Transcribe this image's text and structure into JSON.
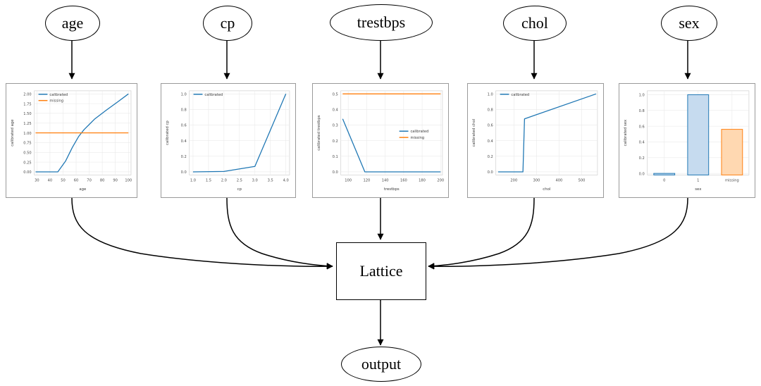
{
  "graph": {
    "input_nodes": [
      {
        "id": "age",
        "label": "age"
      },
      {
        "id": "cp",
        "label": "cp"
      },
      {
        "id": "trestbps",
        "label": "trestbps"
      },
      {
        "id": "chol",
        "label": "chol"
      },
      {
        "id": "sex",
        "label": "sex"
      }
    ],
    "lattice_label": "Lattice",
    "output_label": "output",
    "edge_color": "#000000"
  },
  "colors": {
    "calibrated": "#1f77b4",
    "missing": "#ff7f0e",
    "calibrated_fill": "#c6dbef",
    "missing_fill": "#ffd8b1",
    "grid": "#e9e9e9",
    "panel_border": "#9a9a9a",
    "axes_border": "#cfcfcf",
    "text": "#3a3a3a"
  },
  "chart_data": [
    {
      "id": "age",
      "type": "line",
      "title": "",
      "xlabel": "age",
      "ylabel": "calibrated age",
      "xlim": [
        28,
        102
      ],
      "ylim": [
        -0.08,
        2.08
      ],
      "xticks": [
        30,
        40,
        50,
        60,
        70,
        80,
        90,
        100
      ],
      "yticks": [
        0.0,
        0.25,
        0.5,
        0.75,
        1.0,
        1.25,
        1.5,
        1.75,
        2.0
      ],
      "ytick_labels": [
        "0.00",
        "0.25",
        "0.50",
        "0.75",
        "1.00",
        "1.25",
        "1.50",
        "1.75",
        "2.00"
      ],
      "grid": true,
      "legend_position": "upper-left",
      "legend": [
        "calibrated",
        "missing"
      ],
      "series": [
        {
          "name": "calibrated",
          "color": "#1f77b4",
          "x": [
            29,
            46,
            52,
            57,
            62,
            66,
            74,
            83,
            92,
            100
          ],
          "y": [
            0.0,
            0.0,
            0.28,
            0.62,
            0.91,
            1.08,
            1.35,
            1.58,
            1.8,
            2.0
          ]
        },
        {
          "name": "missing",
          "color": "#ff7f0e",
          "x": [
            29,
            100
          ],
          "y": [
            1.0,
            1.0
          ]
        }
      ]
    },
    {
      "id": "cp",
      "type": "line",
      "title": "",
      "xlabel": "cp",
      "ylabel": "calibrated cp",
      "xlim": [
        0.88,
        4.12
      ],
      "ylim": [
        -0.04,
        1.04
      ],
      "xticks": [
        1.0,
        1.5,
        2.0,
        2.5,
        3.0,
        3.5,
        4.0
      ],
      "xtick_labels": [
        "1.0",
        "1.5",
        "2.0",
        "2.5",
        "3.0",
        "3.5",
        "4.0"
      ],
      "yticks": [
        0.0,
        0.2,
        0.4,
        0.6,
        0.8,
        1.0
      ],
      "ytick_labels": [
        "0.0",
        "0.2",
        "0.4",
        "0.6",
        "0.8",
        "1.0"
      ],
      "grid": true,
      "legend_position": "upper-left",
      "legend": [
        "calibrated"
      ],
      "series": [
        {
          "name": "calibrated",
          "color": "#1f77b4",
          "x": [
            1.0,
            2.0,
            3.0,
            4.0
          ],
          "y": [
            0.0,
            0.005,
            0.07,
            1.0
          ]
        }
      ]
    },
    {
      "id": "trestbps",
      "type": "line",
      "title": "",
      "xlabel": "trestbps",
      "ylabel": "calibrated trestbps",
      "xlim": [
        92,
        202
      ],
      "ylim": [
        -0.02,
        0.52
      ],
      "xticks": [
        100,
        120,
        140,
        160,
        180,
        200
      ],
      "yticks": [
        0.0,
        0.1,
        0.2,
        0.3,
        0.4,
        0.5
      ],
      "ytick_labels": [
        "0.0",
        "0.1",
        "0.2",
        "0.3",
        "0.4",
        "0.5"
      ],
      "grid": true,
      "legend_position": "center-right",
      "legend": [
        "calibrated",
        "missing"
      ],
      "series": [
        {
          "name": "calibrated",
          "color": "#1f77b4",
          "x": [
            94,
            118,
            200
          ],
          "y": [
            0.34,
            0.0,
            0.0
          ]
        },
        {
          "name": "missing",
          "color": "#ff7f0e",
          "x": [
            94,
            200
          ],
          "y": [
            0.5,
            0.5
          ]
        }
      ]
    },
    {
      "id": "chol",
      "type": "line",
      "title": "",
      "xlabel": "chol",
      "ylabel": "calibrated chol",
      "xlim": [
        120,
        570
      ],
      "ylim": [
        -0.04,
        1.04
      ],
      "xticks": [
        200,
        300,
        400,
        500
      ],
      "yticks": [
        0.0,
        0.2,
        0.4,
        0.6,
        0.8,
        1.0
      ],
      "ytick_labels": [
        "0.0",
        "0.2",
        "0.4",
        "0.6",
        "0.8",
        "1.0"
      ],
      "grid": true,
      "legend_position": "upper-left",
      "legend": [
        "calibrated"
      ],
      "series": [
        {
          "name": "calibrated",
          "color": "#1f77b4",
          "x": [
            130,
            240,
            247,
            564
          ],
          "y": [
            0.0,
            0.0,
            0.68,
            1.0
          ]
        }
      ]
    },
    {
      "id": "sex",
      "type": "bar",
      "title": "",
      "xlabel": "sex",
      "ylabel": "calibrated sex",
      "categories": [
        "0",
        "1",
        "missing"
      ],
      "values": [
        0.0,
        1.0,
        0.56
      ],
      "bar_colors": [
        "#1f77b4",
        "#1f77b4",
        "#ff7f0e"
      ],
      "bar_fills": [
        "#c6dbef",
        "#c6dbef",
        "#ffd8b1"
      ],
      "ylim": [
        -0.02,
        1.05
      ],
      "yticks": [
        0.0,
        0.2,
        0.4,
        0.6,
        0.8,
        1.0
      ],
      "ytick_labels": [
        "0.0",
        "0.2",
        "0.4",
        "0.6",
        "0.8",
        "1.0"
      ],
      "grid": true,
      "legend": []
    }
  ]
}
